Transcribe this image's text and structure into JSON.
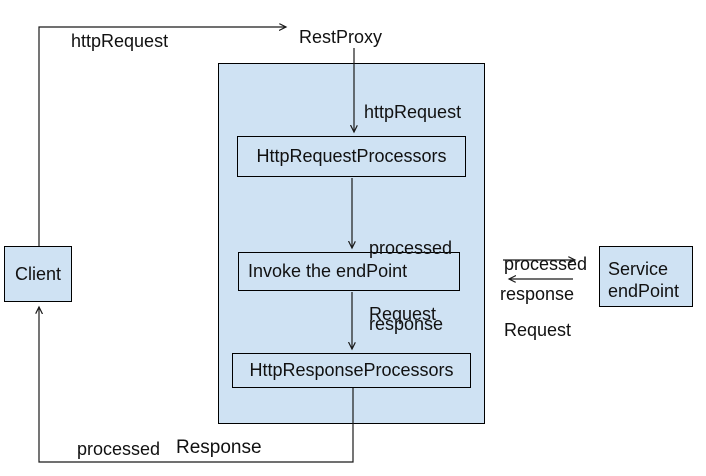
{
  "colors": {
    "node_fill": "#cfe2f3",
    "node_border": "#000000",
    "line": "#1a1a1a",
    "text": "#111111",
    "background": "#ffffff"
  },
  "nodes": {
    "rest_proxy": {
      "label": "RestProxy"
    },
    "client": {
      "label": "Client"
    },
    "service": {
      "line1": "Service",
      "line2": "endPoint"
    },
    "request_processors": {
      "label": "HttpRequestProcessors"
    },
    "invoke_endpoint": {
      "label": "Invoke the endPoint"
    },
    "response_processors": {
      "label": "HttpResponseProcessors"
    }
  },
  "edges": {
    "client_to_proxy": {
      "label": "httpRequest"
    },
    "proxy_to_request_processors": {
      "label": "httpRequest"
    },
    "request_processors_to_invoke": {
      "line1": "processed",
      "line2": "Request"
    },
    "invoke_to_response_processors": {
      "label": "response"
    },
    "proxy_to_service": {
      "line1": "processed",
      "line2": "Request"
    },
    "service_to_proxy": {
      "label": "response"
    },
    "response_to_client": {
      "word1": "processed",
      "word2": "Response"
    }
  }
}
